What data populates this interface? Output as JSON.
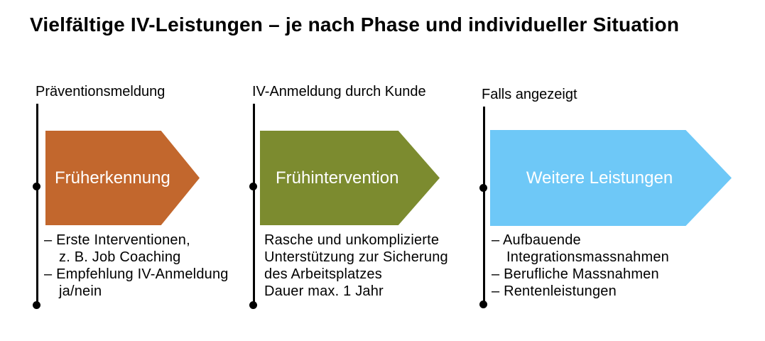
{
  "title": "Vielfältige IV-Leistungen – je nach Phase und individueller Situation",
  "colors": {
    "background": "#FFFFFF",
    "text": "#000000",
    "arrow_text": "#FFFFFF",
    "connector": "#000000",
    "phase1_arrow": "#C2672D",
    "phase2_arrow": "#7C8B2F",
    "phase3_arrow": "#6EC8F7"
  },
  "phases": [
    {
      "top_label": "Präventionsmeldung",
      "arrow_label": "Früherkennung",
      "color": "#C2672D",
      "list": [
        "– Erste Interventionen,",
        "z. B. Job Coaching",
        "– Empfehlung IV-Anmeldung",
        "ja/nein"
      ]
    },
    {
      "top_label": "IV-Anmeldung durch Kunde",
      "arrow_label": "Frühintervention",
      "color": "#7C8B2F",
      "list": [
        "Rasche und unkomplizierte",
        "Unterstützung zur Sicherung",
        "des Arbeitsplatzes",
        "Dauer max. 1 Jahr"
      ]
    },
    {
      "top_label": "Falls angezeigt",
      "arrow_label": "Weitere Leistungen",
      "color": "#6EC8F7",
      "list": [
        "– Aufbauende",
        "Integrationsmassnahmen",
        "– Berufliche Massnahmen",
        "– Rentenleistungen"
      ]
    }
  ]
}
